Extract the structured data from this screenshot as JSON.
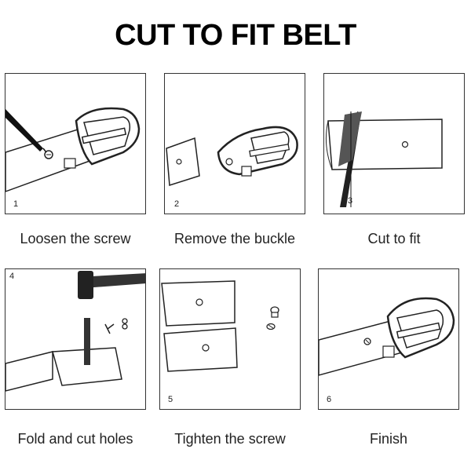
{
  "title": "CUT TO FIT BELT",
  "steps": [
    {
      "number": "1",
      "caption": "Loosen the screw"
    },
    {
      "number": "2",
      "caption": "Remove the buckle"
    },
    {
      "number": "3",
      "caption": "Cut to fit"
    },
    {
      "number": "4",
      "caption": "Fold and cut holes"
    },
    {
      "number": "5",
      "caption": "Tighten the screw"
    },
    {
      "number": "6",
      "caption": "Finish"
    }
  ]
}
